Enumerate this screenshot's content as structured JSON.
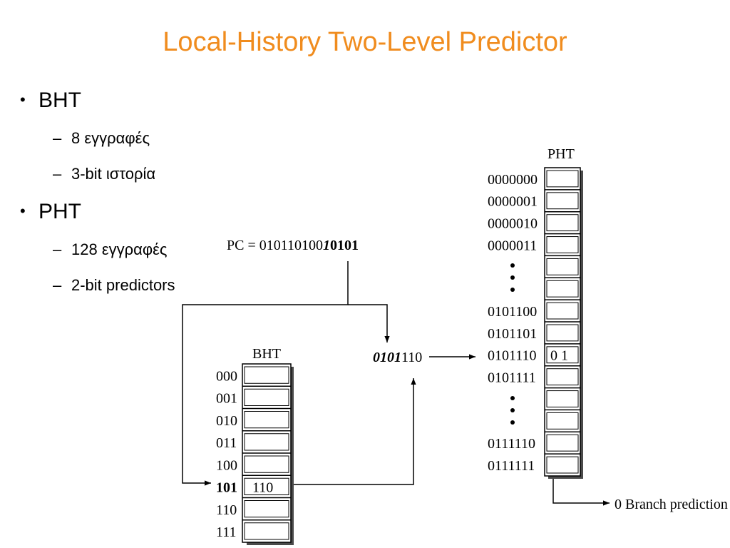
{
  "title": "Local-History Two-Level Predictor",
  "bullets": [
    {
      "label": "BHT",
      "subs": [
        "8 εγγραφές",
        "3-bit ιστορία"
      ]
    },
    {
      "label": "PHT",
      "subs": [
        "128 εγγραφές",
        "2-bit predictors"
      ]
    }
  ],
  "diagram": {
    "pc": {
      "prefix": "PC = 010110100",
      "bold": "1",
      "boldRest": "0101"
    },
    "bht": {
      "title": "BHT",
      "rows": [
        "000",
        "001",
        "010",
        "011",
        "100",
        "101",
        "110",
        "111"
      ],
      "selected_index": 5,
      "selected_value": "110"
    },
    "index": {
      "bold": "0101",
      "rest": "110"
    },
    "pht": {
      "title": "PHT",
      "labels": [
        "0000000",
        "0000001",
        "0000010",
        "0000011",
        "",
        "",
        "0101100",
        "0101101",
        "0101110",
        "0101111",
        "",
        "",
        "0111110",
        "0111111"
      ],
      "selected_value": "0  1"
    },
    "prediction": "0 Branch prediction"
  }
}
